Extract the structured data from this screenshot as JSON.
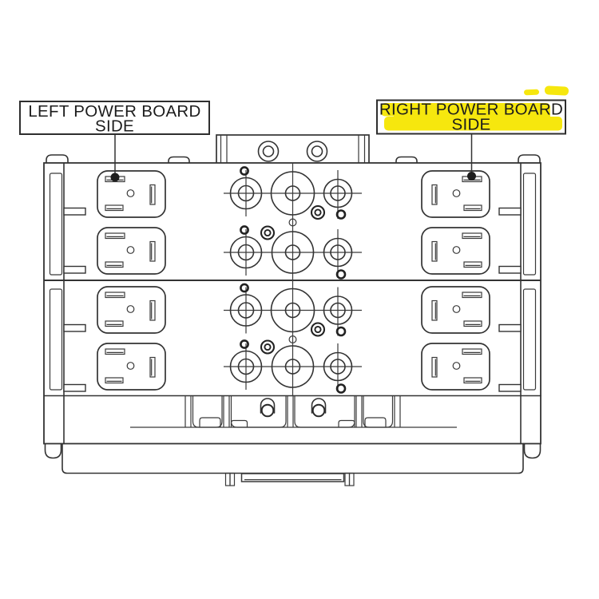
{
  "labels": {
    "left": {
      "line1": "LEFT POWER BOARD",
      "line2": "SIDE"
    },
    "right": {
      "line1": "RIGHT POWER BOARD",
      "line2": "SIDE"
    }
  },
  "colors": {
    "highlight": "#F6E70E",
    "line": "#333333",
    "text": "#1C1C1C",
    "background": "#FFFFFF"
  }
}
